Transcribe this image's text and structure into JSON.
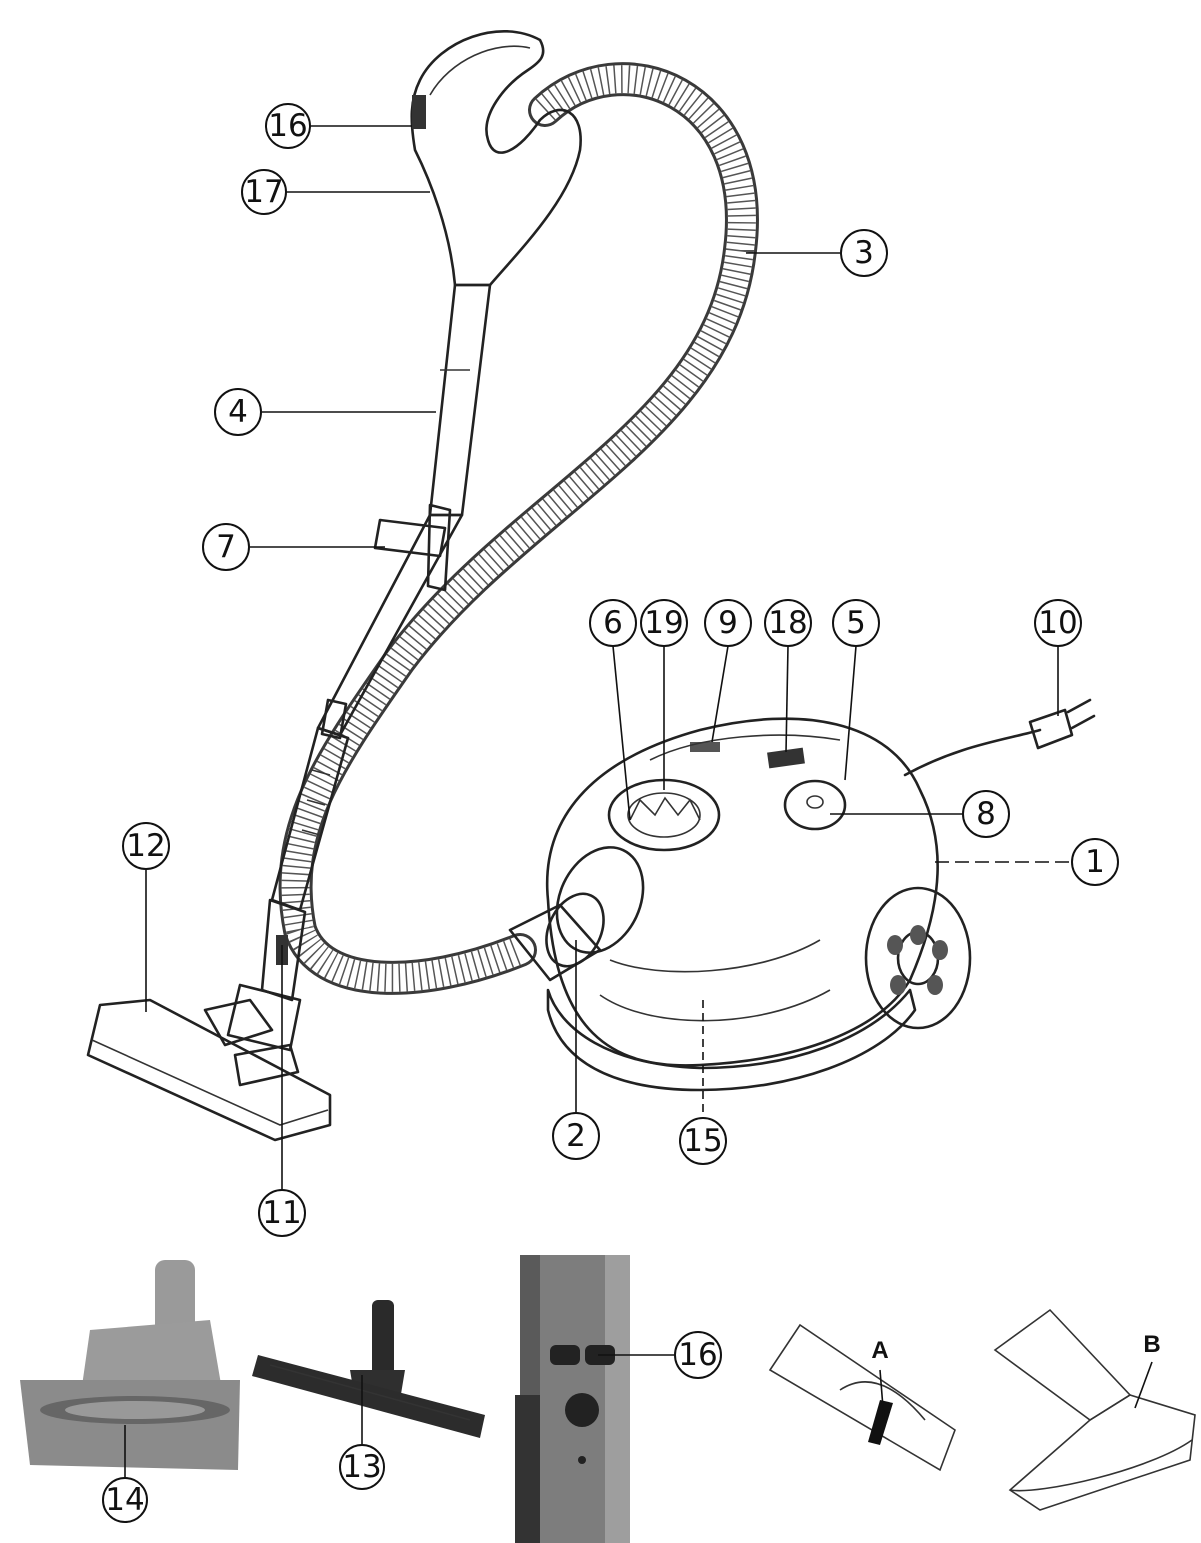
{
  "callouts": [
    {
      "id": "c16a",
      "label": "16"
    },
    {
      "id": "c17",
      "label": "17"
    },
    {
      "id": "c3",
      "label": "3"
    },
    {
      "id": "c4",
      "label": "4"
    },
    {
      "id": "c7",
      "label": "7"
    },
    {
      "id": "c6",
      "label": "6"
    },
    {
      "id": "c19",
      "label": "19"
    },
    {
      "id": "c9",
      "label": "9"
    },
    {
      "id": "c18",
      "label": "18"
    },
    {
      "id": "c5",
      "label": "5"
    },
    {
      "id": "c10",
      "label": "10"
    },
    {
      "id": "c8",
      "label": "8"
    },
    {
      "id": "c1",
      "label": "1"
    },
    {
      "id": "c12",
      "label": "12"
    },
    {
      "id": "c2",
      "label": "2"
    },
    {
      "id": "c15",
      "label": "15"
    },
    {
      "id": "c11",
      "label": "11"
    },
    {
      "id": "c14",
      "label": "14"
    },
    {
      "id": "c13",
      "label": "13"
    },
    {
      "id": "c16b",
      "label": "16"
    }
  ],
  "letters": {
    "A": "A",
    "B": "B"
  },
  "colors": {
    "line": "#111111",
    "photo_grey": "#8d8d8d",
    "photo_dark": "#2e2e2e"
  }
}
